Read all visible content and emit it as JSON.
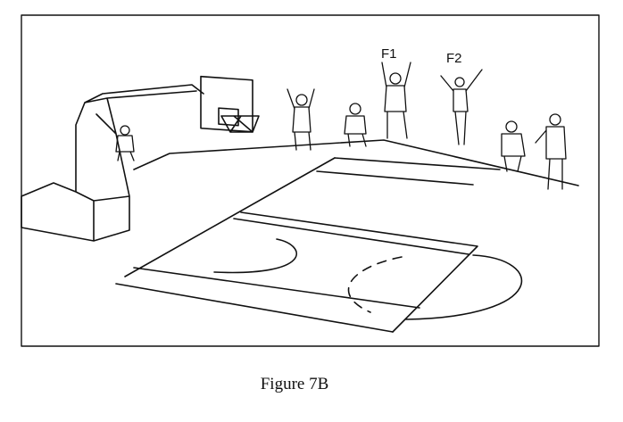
{
  "figure": {
    "caption": "Figure 7B",
    "labels": {
      "f1": "F1",
      "f2": "F2"
    }
  }
}
